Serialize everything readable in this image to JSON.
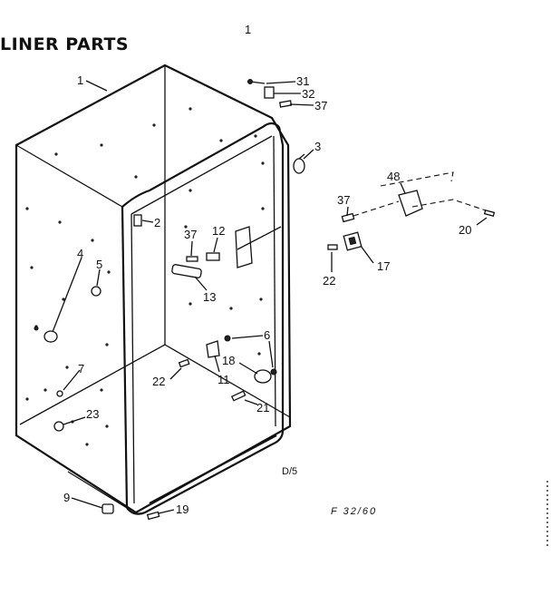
{
  "title": "LINER PARTS",
  "top_mark": "1",
  "page_code": "D/5",
  "footer_mark": "F 32/60",
  "callouts": {
    "c1": "1",
    "c31": "31",
    "c32": "32",
    "c37a": "37",
    "c3": "3",
    "c48": "48",
    "c37b": "37",
    "c20": "20",
    "c2": "2",
    "c37c": "37",
    "c12": "12",
    "c22a": "22",
    "c17": "17",
    "c13": "13",
    "c4": "4",
    "c5": "5",
    "c6": "6",
    "c18": "18",
    "c22b": "22",
    "c11": "11",
    "c7": "7",
    "c21": "21",
    "c23": "23",
    "c9": "9",
    "c19": "19"
  }
}
